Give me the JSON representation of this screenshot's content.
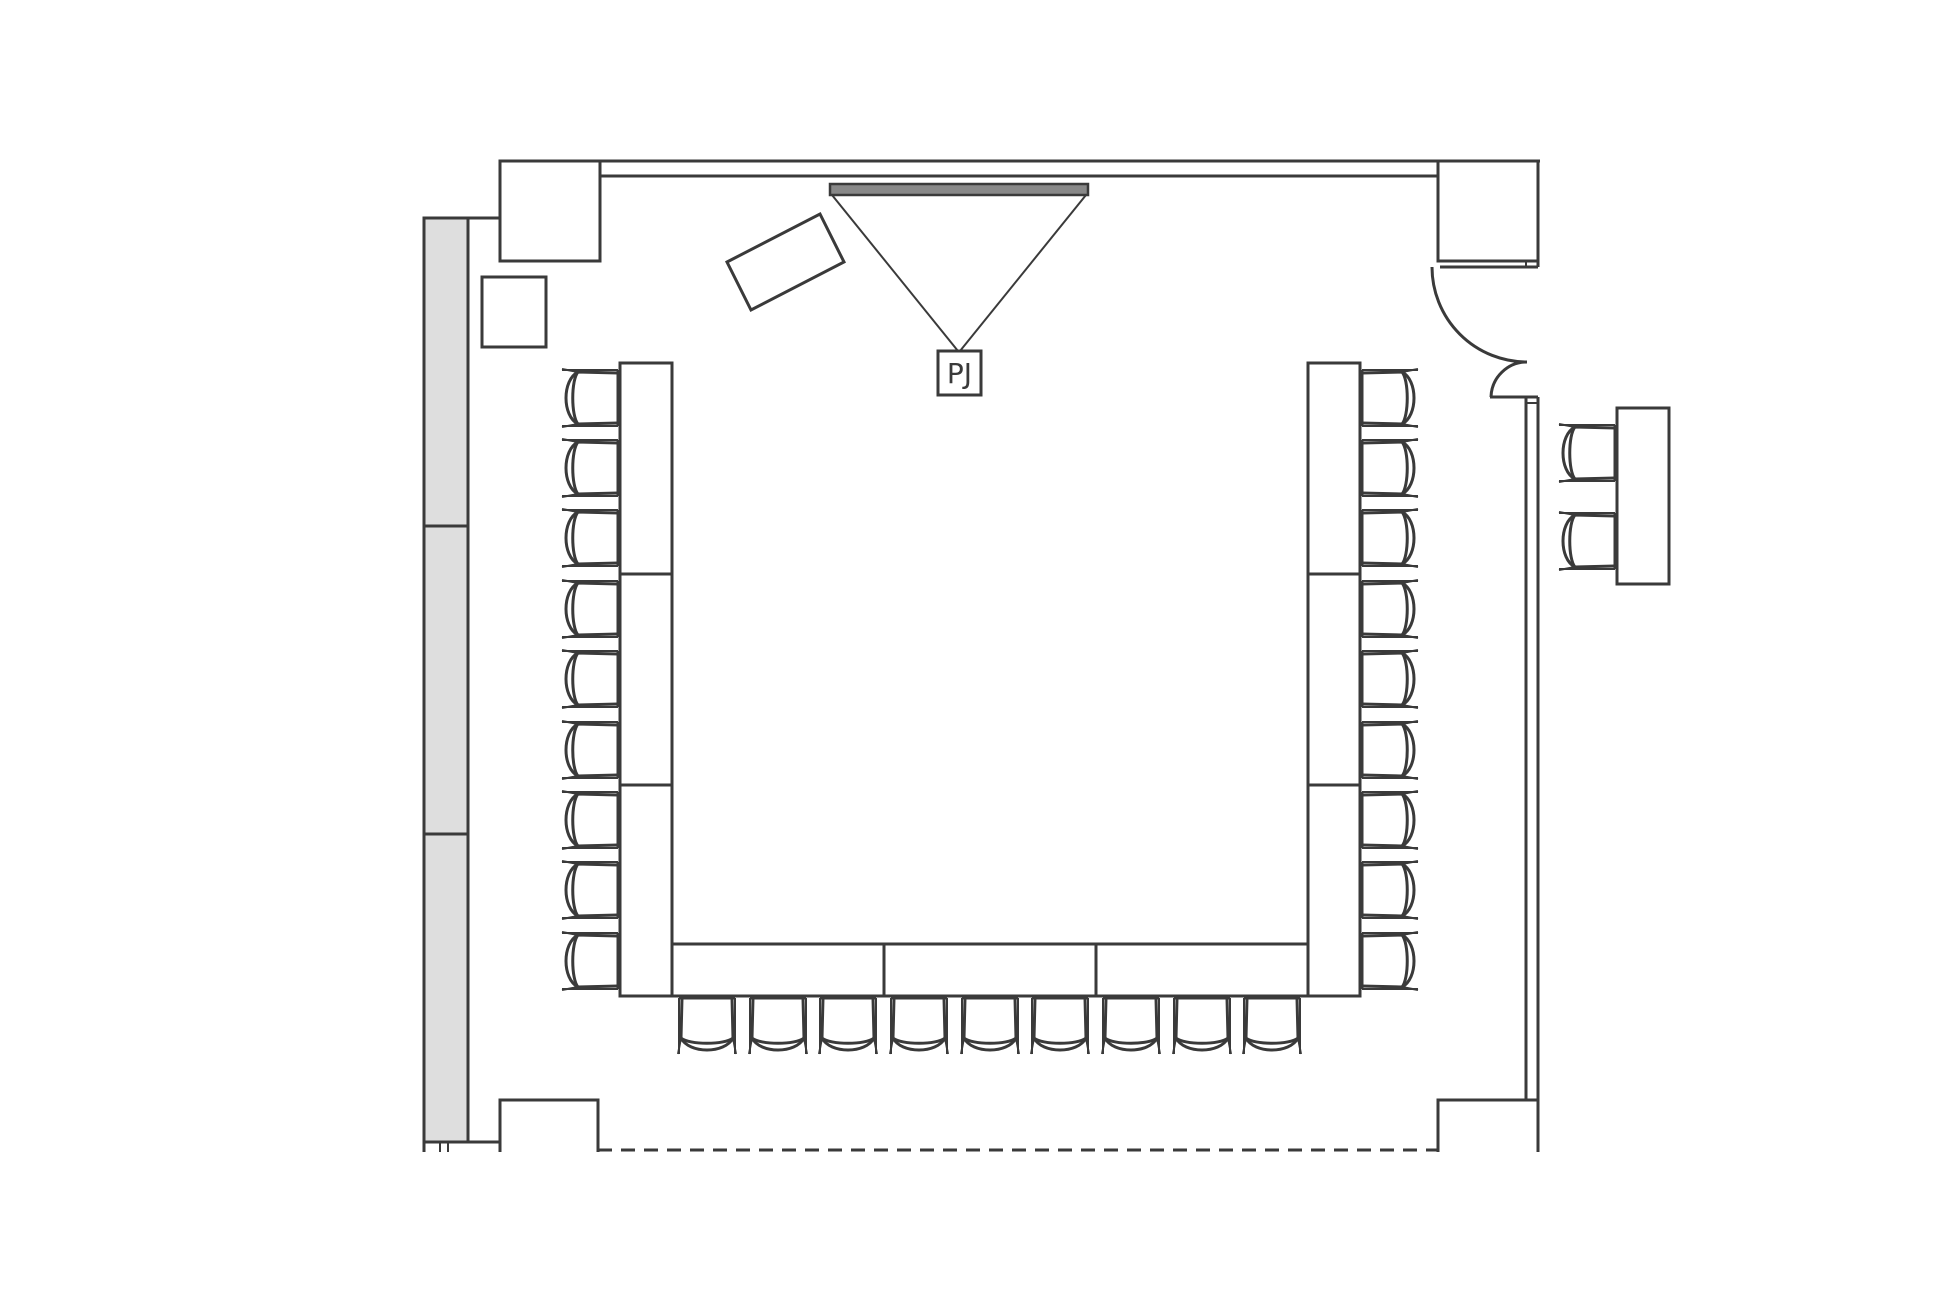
{
  "diagram": {
    "type": "floor-plan",
    "layout": "u-shape",
    "projector_label": "PJ",
    "colors": {
      "line": "#3a3a3a",
      "partition": "#dedede",
      "screen": "#888888",
      "background": "#ffffff"
    },
    "seating": {
      "left_chairs": 9,
      "right_chairs": 9,
      "bottom_chairs": 9,
      "side_table_chairs": 2
    }
  }
}
